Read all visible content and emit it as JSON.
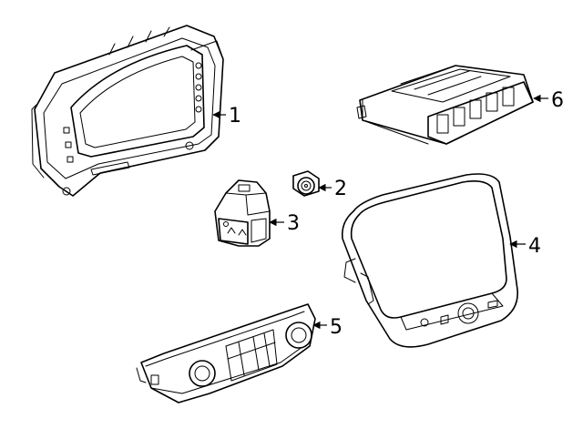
{
  "diagram": {
    "callouts": [
      {
        "id": "part-1",
        "label": "1"
      },
      {
        "id": "part-2",
        "label": "2"
      },
      {
        "id": "part-3",
        "label": "3"
      },
      {
        "id": "part-4",
        "label": "4"
      },
      {
        "id": "part-5",
        "label": "5"
      },
      {
        "id": "part-6",
        "label": "6"
      }
    ]
  },
  "colors": {
    "ink": "#000000",
    "paper": "#ffffff"
  }
}
